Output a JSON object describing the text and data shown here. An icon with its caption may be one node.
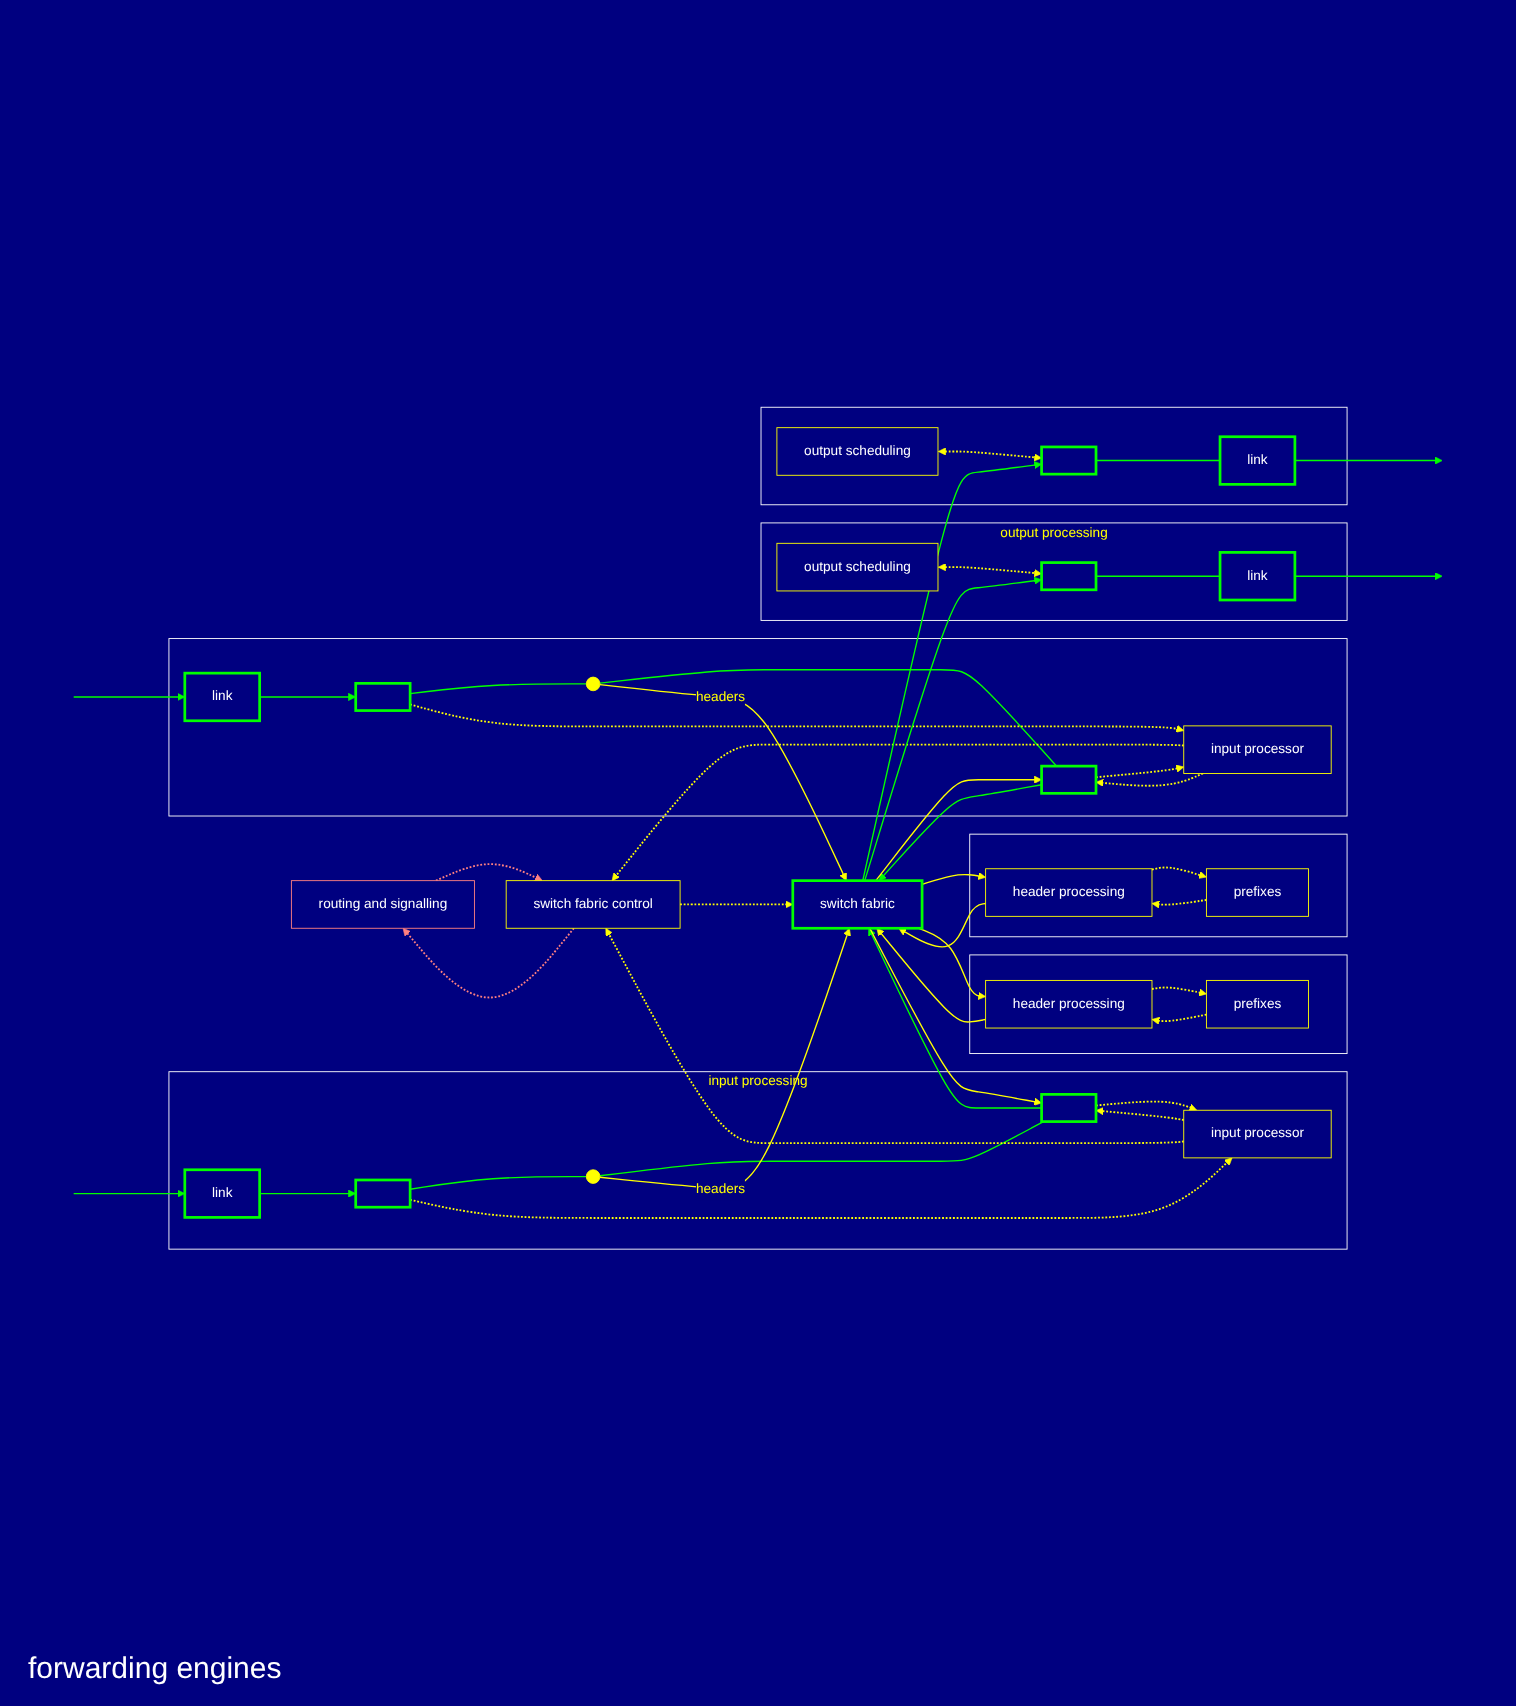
{
  "diagram": {
    "nodes": [
      {
        "text": [
          "routing and signalling"
        ]
      },
      {
        "text": [
          "input processing"
        ]
      },
      {
        "text": [
          "link"
        ],
        "in": 1
      },
      {
        "text": [],
        "shape": "box",
        "in": 1
      },
      {
        "text": [],
        "shape": "circle",
        "in": 1
      },
      {
        "text": [
          "input processor"
        ],
        "in": 1
      },
      {
        "text": [],
        "shape": "box",
        "in": 1
      },
      {
        "text": [],
        "shape": "box"
      },
      {
        "text": [
          "link"
        ],
        "in": 7
      },
      {
        "text": [],
        "shape": "box",
        "in": 7
      },
      {
        "text": [],
        "shape": "circle",
        "in": 7
      },
      {
        "text": [
          "input processor"
        ],
        "in": 7
      },
      {
        "text": [],
        "shape": "box",
        "in": 7
      },
      {
        "text": [
          "switch fabric control"
        ]
      },
      {
        "text": [
          "switch fabric"
        ]
      },
      {
        "text": [
          "output processing"
        ]
      },
      {
        "text": [
          "output scheduling"
        ],
        "in": 15
      },
      {
        "text": [],
        "shape": "box",
        "in": 15
      },
      {
        "text": [
          "link"
        ],
        "in": 15
      },
      {
        "text": [],
        "shape": "box"
      },
      {
        "text": [
          "output scheduling"
        ],
        "in": 19
      },
      {
        "text": [],
        "shape": "box",
        "in": 19
      },
      {
        "text": [
          "link"
        ],
        "in": 19
      },
      {
        "text": [],
        "shape": "box"
      },
      {
        "text": [
          "prefixes"
        ],
        "in": 23
      },
      {
        "text": [
          "header processing"
        ],
        "in": 23
      },
      {
        "text": [],
        "shape": "box"
      },
      {
        "text": [
          "prefixes"
        ],
        "in": 26
      },
      {
        "text": [
          "header processing"
        ],
        "in": 26
      }
    ],
    "edges": [
      {
        "from": null,
        "to": 2,
        "arrow": "to",
        "color": "#00ff00"
      },
      {
        "from": 2,
        "to": 3,
        "arrow": "to",
        "color": "#00ff00"
      },
      {
        "from": 3,
        "to": 4,
        "arrow": "none",
        "color": "#00ff00"
      },
      {
        "from": 4,
        "to": 6,
        "arrow": "none",
        "color": "#00ff00"
      },
      {
        "from": 3,
        "to": 5,
        "arrow": "to",
        "style": "dashed"
      },
      {
        "from": 5,
        "to": 6,
        "arrow": "to",
        "style": "dashed"
      },
      {
        "from": 6,
        "to": 5,
        "arrow": "to",
        "style": "dashed"
      },
      {
        "from": 6,
        "to": 14,
        "arrow": "to",
        "color": "#00ff00"
      },
      {
        "from": 4,
        "to": 14,
        "arrow": "to",
        "label": "headers"
      },
      {
        "from": 14,
        "to": 6,
        "arrow": "to"
      },
      {
        "from": 5,
        "to": 13,
        "arrow": "to",
        "style": "dashed"
      },
      {
        "from": null,
        "to": 8,
        "arrow": "to",
        "color": "#00ff00"
      },
      {
        "from": 8,
        "to": 9,
        "arrow": "to",
        "color": "#00ff00"
      },
      {
        "from": 9,
        "to": 10,
        "arrow": "none",
        "color": "#00ff00"
      },
      {
        "from": 10,
        "to": 12,
        "arrow": "none",
        "color": "#00ff00"
      },
      {
        "from": 9,
        "to": 11,
        "arrow": "to",
        "style": "dashed"
      },
      {
        "from": 11,
        "to": 12,
        "arrow": "to",
        "style": "dashed"
      },
      {
        "from": 12,
        "to": 11,
        "arrow": "to",
        "style": "dashed"
      },
      {
        "from": 12,
        "to": 14,
        "arrow": "to",
        "color": "#00ff00"
      },
      {
        "from": 10,
        "to": 14,
        "arrow": "to",
        "label": "headers"
      },
      {
        "from": 14,
        "to": 12,
        "arrow": "to"
      },
      {
        "from": 11,
        "to": 13,
        "arrow": "to",
        "style": "dashed"
      },
      {
        "from": 13,
        "to": 0,
        "arrow": "to",
        "style": "dashed",
        "color": "#ff8080"
      },
      {
        "from": 0,
        "to": 13,
        "arrow": "to",
        "style": "dashed",
        "color": "#ff8080"
      },
      {
        "from": 13,
        "to": 14,
        "arrow": "to",
        "style": "dashed"
      },
      {
        "from": 14,
        "to": 17,
        "arrow": "to",
        "color": "#00ff00"
      },
      {
        "from": 17,
        "to": 18,
        "arrow": "none",
        "color": "#00ff00"
      },
      {
        "from": 18,
        "to": null,
        "arrow": "to",
        "color": "#00ff00"
      },
      {
        "from": 16,
        "to": 17,
        "arrow": "both",
        "style": "dashed"
      },
      {
        "from": 14,
        "to": 21,
        "arrow": "to",
        "color": "#00ff00"
      },
      {
        "from": 21,
        "to": 22,
        "arrow": "none",
        "color": "#00ff00"
      },
      {
        "from": 22,
        "to": null,
        "arrow": "to",
        "color": "#00ff00"
      },
      {
        "from": 20,
        "to": 21,
        "arrow": "both",
        "style": "dashed"
      },
      {
        "from": 24,
        "to": 25,
        "arrow": "to",
        "style": "dashed"
      },
      {
        "from": 25,
        "to": 24,
        "arrow": "to",
        "style": "dashed"
      },
      {
        "from": 14,
        "to": 25,
        "arrow": "to"
      },
      {
        "from": 25,
        "to": 14,
        "arrow": "to"
      },
      {
        "from": 27,
        "to": 28,
        "arrow": "to",
        "style": "dashed"
      },
      {
        "from": 28,
        "to": 27,
        "arrow": "to",
        "style": "dashed"
      },
      {
        "from": 14,
        "to": 28,
        "arrow": "to"
      },
      {
        "from": 28,
        "to": 14,
        "arrow": "to"
      }
    ],
    "labels": [
      "forwarding engines"
    ]
  }
}
